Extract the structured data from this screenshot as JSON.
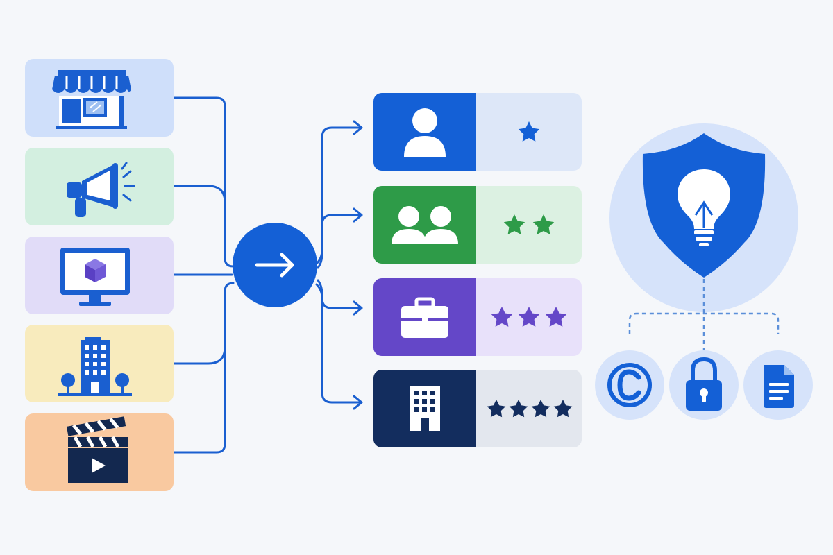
{
  "colors": {
    "background": "#f5f7fa",
    "connector": "#1a5fd0",
    "hub": "#1460d6",
    "ip_circle": "#d6e3fa",
    "ip_dash": "#5b8fd9"
  },
  "sources": [
    {
      "name": "store",
      "icon": "storefront-icon",
      "bg": "#cfdffa",
      "accent": "#1a5fd0"
    },
    {
      "name": "marketing",
      "icon": "megaphone-icon",
      "bg": "#d3efe0",
      "accent": "#1a5fd0"
    },
    {
      "name": "digital-product",
      "icon": "monitor-cube-icon",
      "bg": "#e1dcf8",
      "accent": "#1a5fd0"
    },
    {
      "name": "corporate",
      "icon": "office-building-icon",
      "bg": "#f8ebbd",
      "accent": "#1a5fd0"
    },
    {
      "name": "media",
      "icon": "clapperboard-icon",
      "bg": "#f9c9a0",
      "accent": "#13284f"
    }
  ],
  "hub": {
    "icon": "arrow-right-icon"
  },
  "tiers": [
    {
      "name": "individual",
      "icon": "person-icon",
      "stars": 1,
      "color": "#1460d6",
      "light": "#dde7f8",
      "star_color": "#1460d6"
    },
    {
      "name": "team",
      "icon": "two-people-icon",
      "stars": 2,
      "color": "#2e9b48",
      "light": "#dcf1e2",
      "star_color": "#2e9b48"
    },
    {
      "name": "business",
      "icon": "briefcase-icon",
      "stars": 3,
      "color": "#6447c8",
      "light": "#e8e1fa",
      "star_color": "#6447c8"
    },
    {
      "name": "enterprise",
      "icon": "building-icon",
      "stars": 4,
      "color": "#132d5e",
      "light": "#e3e7ee",
      "star_color": "#132d5e"
    }
  ],
  "ip_protection": {
    "shield_icon": "shield-lightbulb-icon",
    "items": [
      {
        "name": "copyright",
        "icon": "copyright-icon"
      },
      {
        "name": "security",
        "icon": "padlock-icon"
      },
      {
        "name": "license",
        "icon": "document-icon"
      }
    ]
  }
}
